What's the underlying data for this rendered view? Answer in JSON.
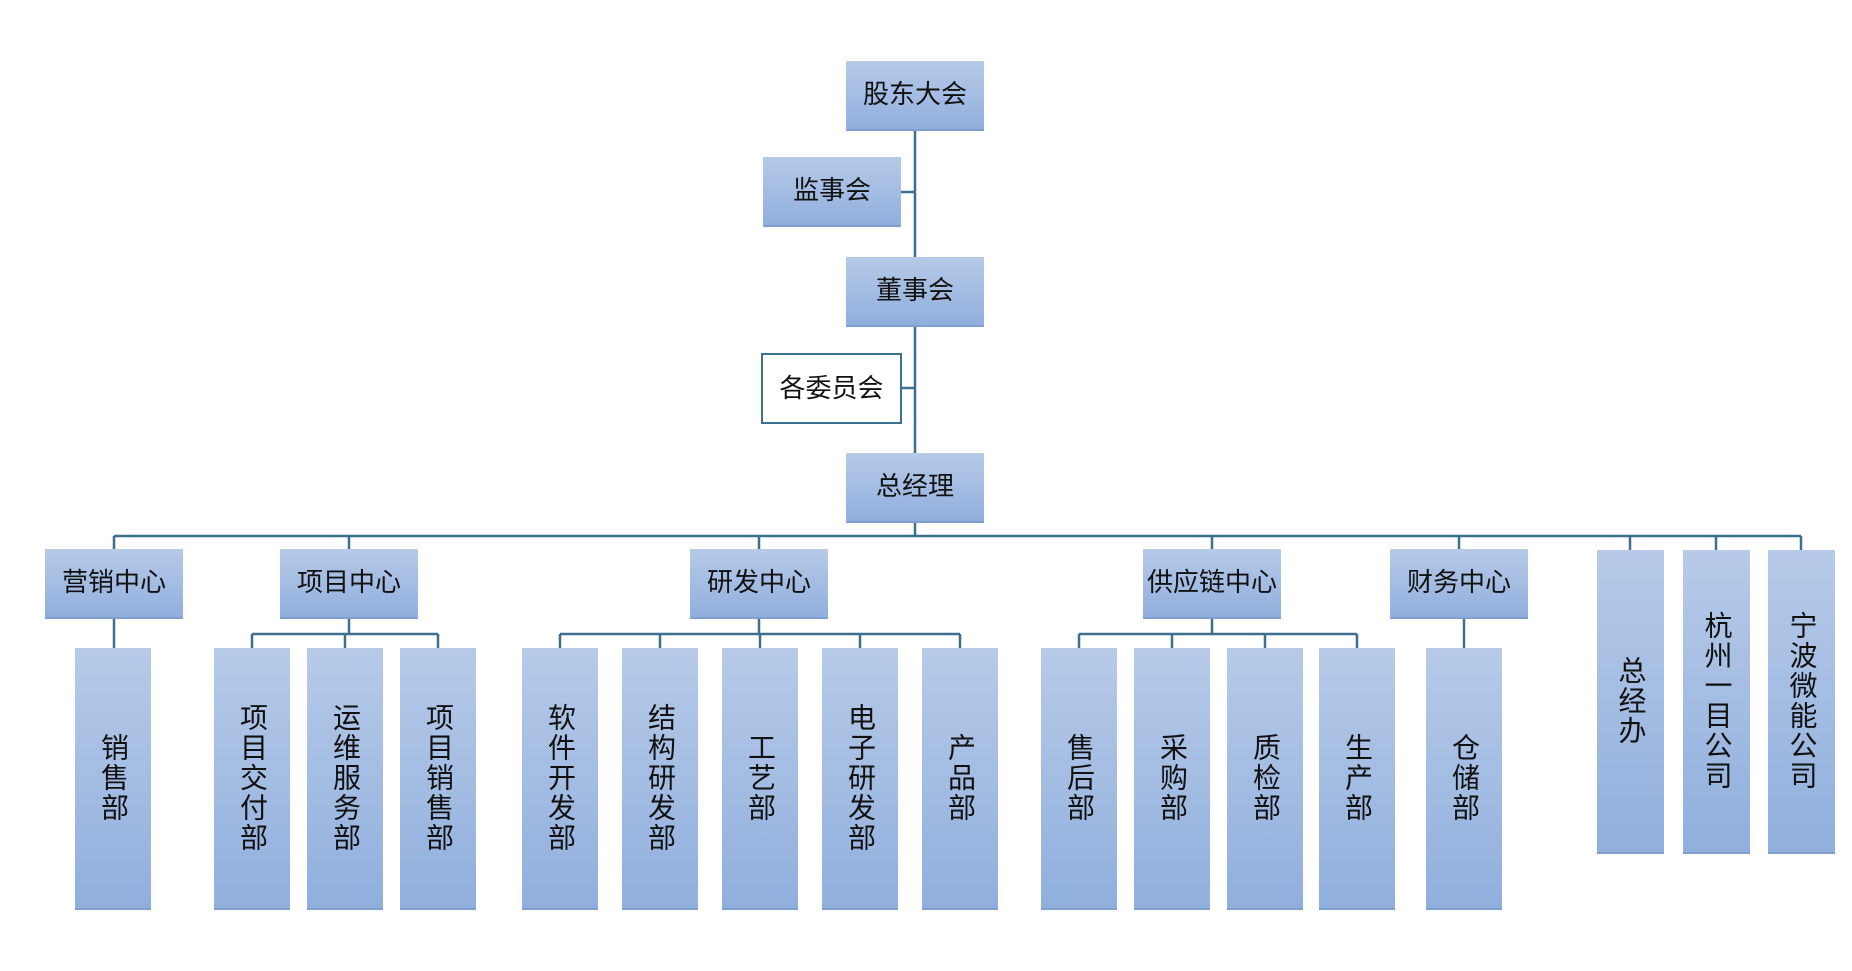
{
  "org_chart": {
    "shareholders_meeting": "股东大会",
    "supervisory_board": "监事会",
    "board_of_directors": "董事会",
    "committees": "各委员会",
    "general_manager": "总经理",
    "centers": {
      "marketing": {
        "label": "营销中心",
        "departments": [
          "销售部"
        ]
      },
      "project": {
        "label": "项目中心",
        "departments": [
          "项目交付部",
          "运维服务部",
          "项目销售部"
        ]
      },
      "rnd": {
        "label": "研发中心",
        "departments": [
          "软件开发部",
          "结构研发部",
          "工艺部",
          "电子研发部",
          "产品部"
        ]
      },
      "supply_chain": {
        "label": "供应链中心",
        "departments": [
          "售后部",
          "采购部",
          "质检部",
          "生产部"
        ]
      },
      "finance": {
        "label": "财务中心",
        "departments": [
          "仓储部"
        ]
      }
    },
    "direct_units": [
      "总经办",
      "杭州一目公司",
      "宁波微能公司"
    ]
  }
}
